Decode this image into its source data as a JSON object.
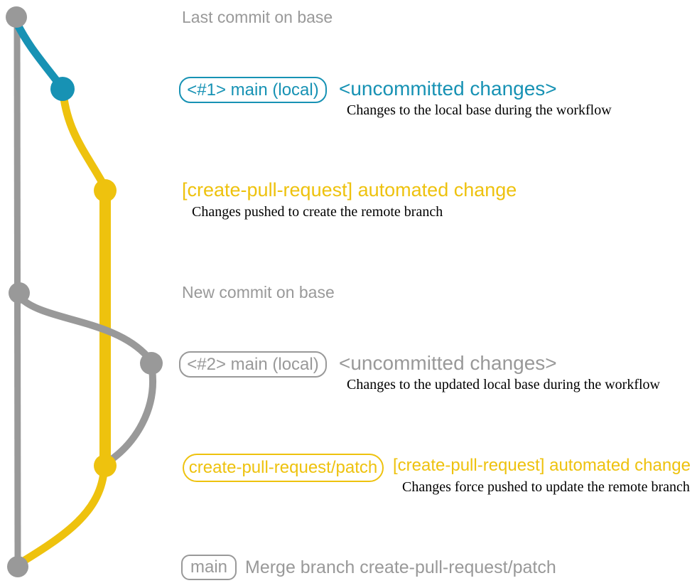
{
  "colors": {
    "base": "#999999",
    "local": "#1792b4",
    "remote": "#eec20e",
    "description": "#000000",
    "background": "#ffffff"
  },
  "labels": {
    "last_commit": "Last commit on base",
    "new_commit": "New commit on base"
  },
  "rows": {
    "local1": {
      "badge": "<#1> main (local)",
      "heading": "<uncommitted changes>",
      "description": "Changes to the local base during the workflow"
    },
    "push1": {
      "heading": "[create-pull-request] automated change",
      "description": "Changes pushed to create the remote branch"
    },
    "local2": {
      "badge": "<#2> main (local)",
      "heading": "<uncommitted changes>",
      "description": "Changes to the updated local base during the workflow"
    },
    "push2": {
      "badge": "create-pull-request/patch",
      "heading": "[create-pull-request] automated change",
      "description": "Changes force pushed to update the remote branch"
    },
    "merge": {
      "badge": "main",
      "heading": "Merge branch create-pull-request/patch"
    }
  },
  "graph": {
    "branches": [
      "base (main)",
      "main (local)",
      "create-pull-request/patch"
    ],
    "nodes": [
      {
        "name": "last-commit-on-base",
        "branch": "base"
      },
      {
        "name": "local-commit-1",
        "branch": "local"
      },
      {
        "name": "remote-commit-1",
        "branch": "remote"
      },
      {
        "name": "new-commit-on-base",
        "branch": "base"
      },
      {
        "name": "local-commit-2",
        "branch": "local"
      },
      {
        "name": "remote-commit-2",
        "branch": "remote"
      },
      {
        "name": "merge-commit",
        "branch": "base"
      }
    ]
  }
}
